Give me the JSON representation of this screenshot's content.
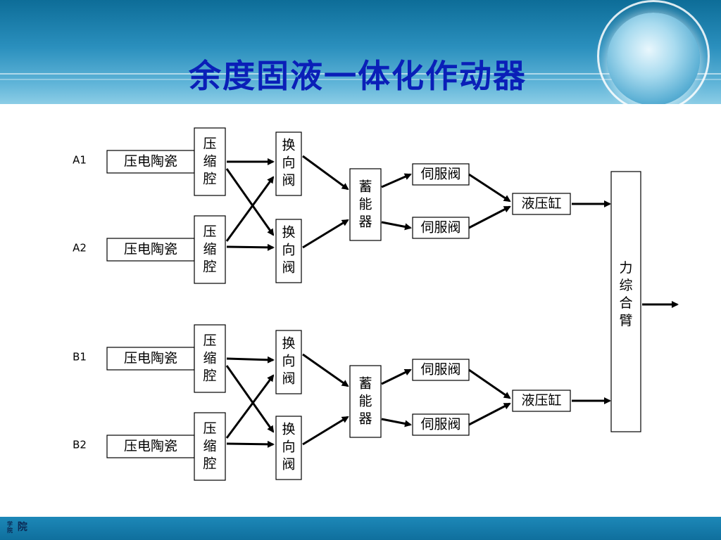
{
  "slide": {
    "title": "余度固液一体化作动器",
    "footer_text": "院"
  },
  "diagram": {
    "channels": [
      {
        "id": "A1",
        "label": "A1",
        "source": "压电陶瓷",
        "chamber": "压缩腔"
      },
      {
        "id": "A2",
        "label": "A2",
        "source": "压电陶瓷",
        "chamber": "压缩腔"
      },
      {
        "id": "B1",
        "label": "B1",
        "source": "压电陶瓷",
        "chamber": "压缩腔"
      },
      {
        "id": "B2",
        "label": "B2",
        "source": "压电陶瓷",
        "chamber": "压缩腔"
      }
    ],
    "switch_valve": "换向阀",
    "accumulator": "蓄能器",
    "servo_valve": "伺服阀",
    "cylinder": "液压缸",
    "summing_arm": "力综合臂"
  }
}
